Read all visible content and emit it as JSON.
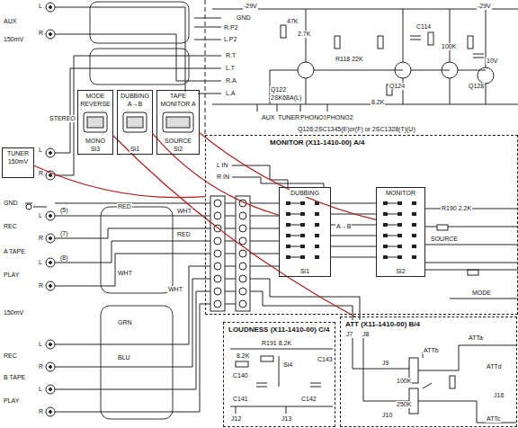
{
  "diagram": {
    "nodes": [
      {
        "text": [
          "TUNER",
          "150mV"
        ]
      },
      {
        "text": [
          "MODE REVERSE",
          "MONO",
          "Si3"
        ]
      },
      {
        "text": [
          "DUBBING",
          "A→B",
          "Si1"
        ]
      },
      {
        "text": [
          "TAPE MONITOR A",
          "SOURCE",
          "Si2"
        ]
      },
      {
        "text": [
          "MONITOR (X11-1410-00) A/4"
        ]
      },
      {
        "text": [
          "DUBBING",
          "Si1"
        ],
        "in": 4
      },
      {
        "text": [
          "MONITOR",
          "Si2"
        ],
        "in": 4
      },
      {
        "text": [
          "LOUDNESS (X11-1410-00) C/4"
        ]
      },
      {
        "text": [
          "ATT (X11-1410-00) B/4"
        ]
      }
    ],
    "edges": [
      {
        "from": 2,
        "to": 5,
        "arrow": "none"
      },
      {
        "from": 3,
        "to": 6,
        "arrow": "none"
      },
      {
        "from": 1,
        "to": 8,
        "arrow": "none"
      },
      {
        "from": 0,
        "to": 4,
        "arrow": "none"
      }
    ],
    "labels": [
      "AUX",
      "150mV",
      "L",
      "R",
      "L",
      "R",
      "GND",
      "(5)",
      "(7)",
      "(8)",
      "RED",
      "WHT",
      "RED",
      "WHT",
      "WHT",
      "GRN",
      "BLU",
      "REC",
      "A TAPE",
      "PLAY",
      "150mV",
      "REC",
      "B TAPE",
      "PLAY",
      "-29V",
      "GND",
      "R.P2",
      "L.P2",
      "R.T",
      "L.T",
      "R.A",
      "L.A",
      "AUX",
      "TUNER",
      "PHONO1",
      "PHONO2",
      "Q122",
      "2SK68A(L)",
      "R118 22K",
      "47K",
      "2.7K",
      "C114",
      "100K",
      "-29V",
      "10V",
      "Q124",
      "Q128",
      "8.2K",
      "Q126;2SC1345(E)or(F) or 2SC1328(T)(U)",
      "L IN",
      "R IN",
      "A→B",
      "SOURCE",
      "R190 2.2K",
      "MODE",
      "J7",
      "J8",
      "R191 8.2K",
      "8.2K",
      "Si4",
      "C143",
      "C140",
      "C141",
      "C142",
      "J12",
      "J13",
      "J9",
      "J10",
      "ATTa",
      "ATTb",
      "ATTd",
      "ATTc",
      "100K",
      "250K",
      "J16",
      "L",
      "R",
      "L",
      "R",
      "L",
      "R",
      "L",
      "R",
      "STEREO"
    ]
  }
}
